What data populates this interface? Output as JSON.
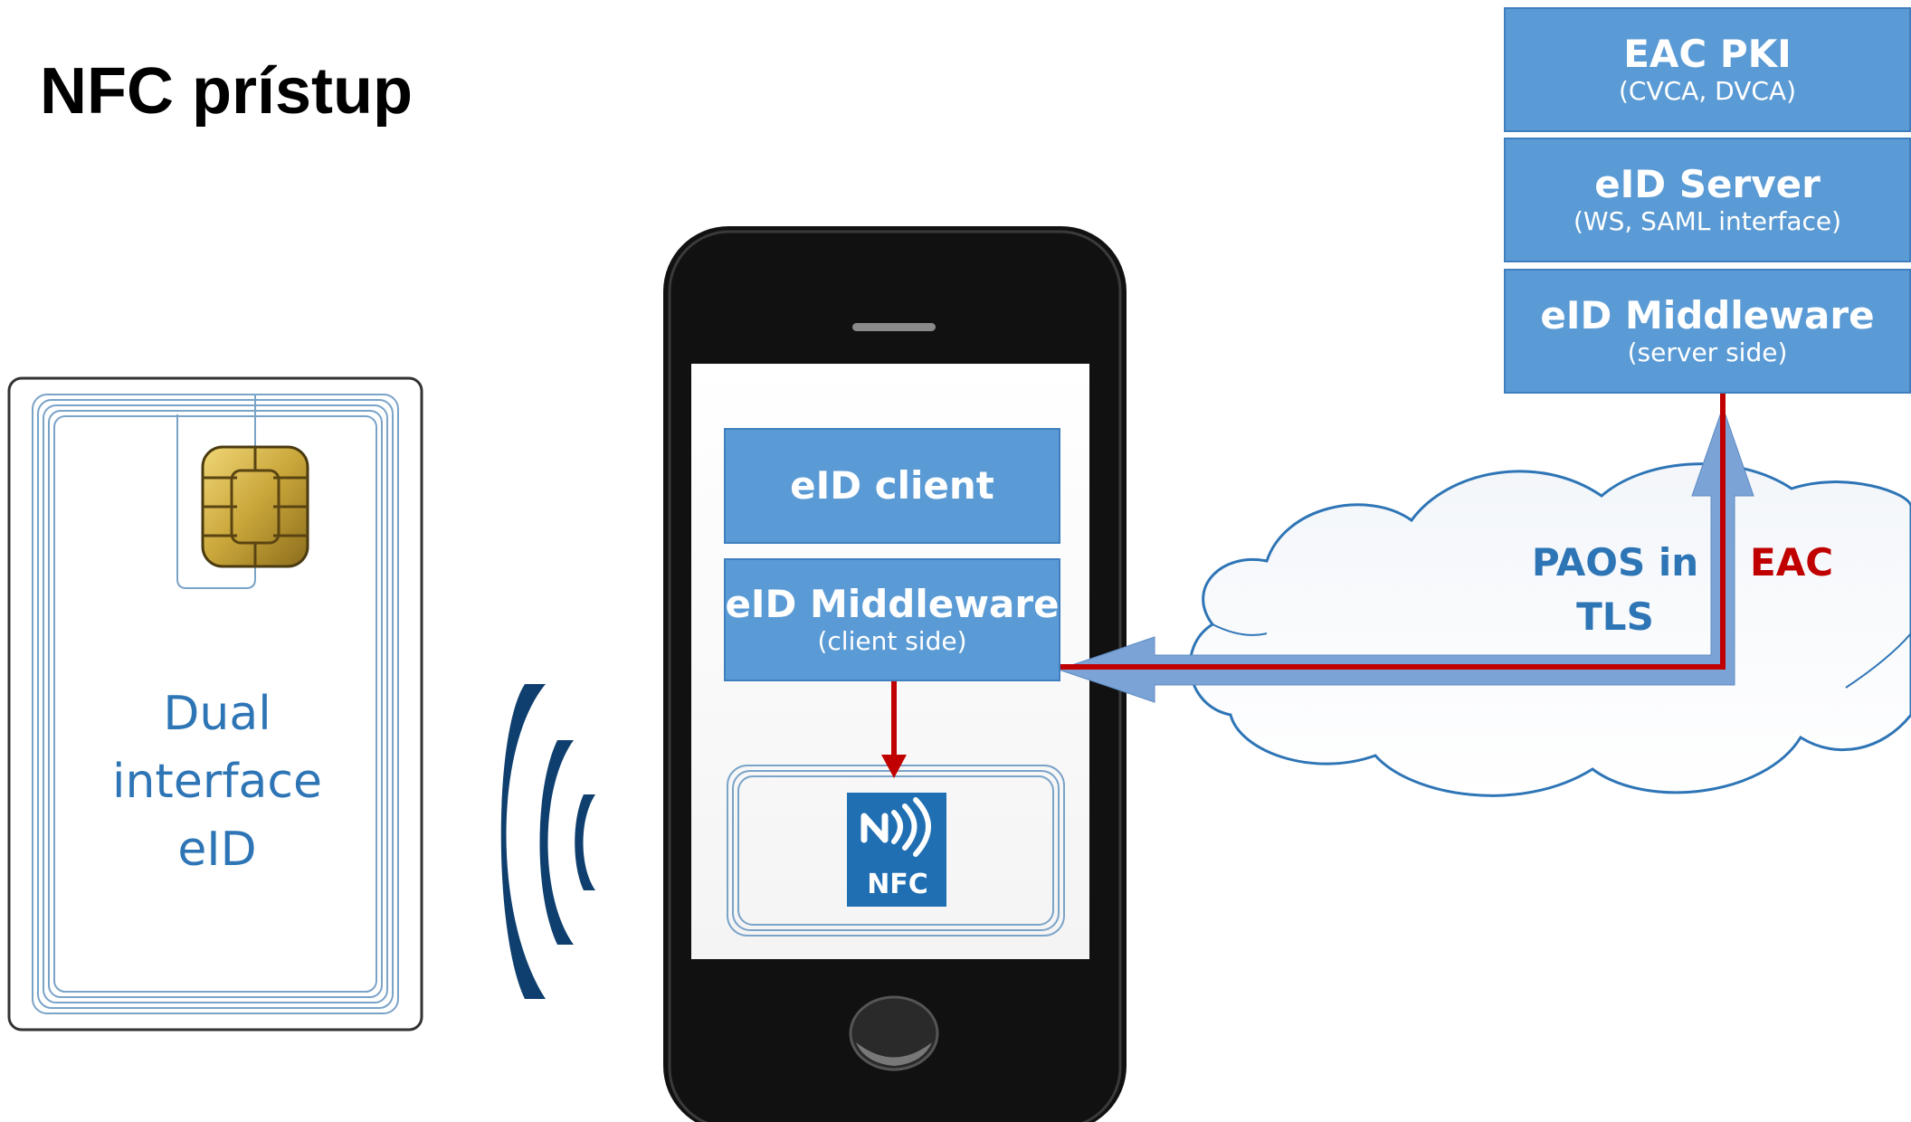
{
  "title": "NFC prístup",
  "card": {
    "label_lines": [
      "Dual",
      "interface",
      "eID"
    ]
  },
  "phone": {
    "client_box": {
      "title": "eID client"
    },
    "middleware_box": {
      "title": "eID Middleware",
      "subtitle": "(client side)"
    },
    "nfc_logo": {
      "text": "NFC"
    }
  },
  "server": {
    "pki_box": {
      "title": "EAC PKI",
      "subtitle": "(CVCA, DVCA)"
    },
    "server_box": {
      "title": "eID Server",
      "subtitle": "(WS, SAML interface)"
    },
    "middleware_box": {
      "title": "eID Middleware",
      "subtitle": "(server side)"
    }
  },
  "cloud": {
    "paos_label_lines": [
      "PAOS in",
      "TLS"
    ],
    "eac_label": "EAC"
  },
  "colors": {
    "box_fill": "#5b9bd5",
    "label_blue": "#2e75b6",
    "eac_red": "#c00000",
    "cloud_outline": "#2e75b6",
    "phone_body": "#111111",
    "wave_blue": "#0f3f6e"
  }
}
